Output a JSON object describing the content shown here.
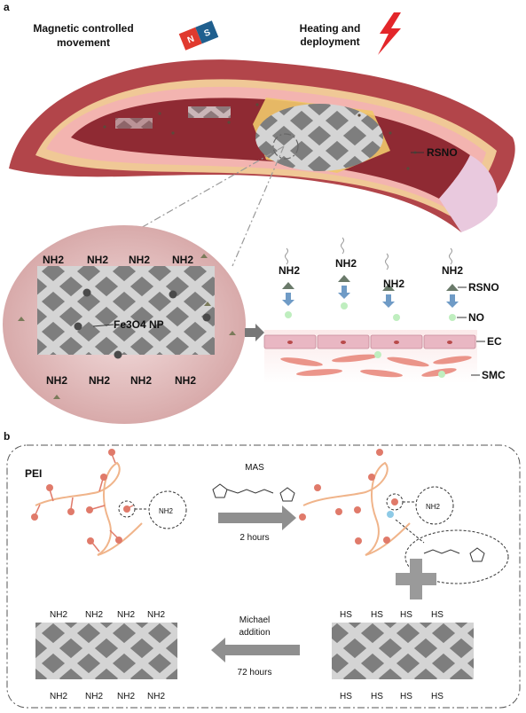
{
  "panel_a": {
    "label": "a",
    "magnetic_label_1": "Magnetic controlled",
    "magnetic_label_2": "movement",
    "heating_label_1": "Heating and",
    "heating_label_2": "deployment",
    "magnet_n": "N",
    "magnet_s": "S",
    "rsno_vessel": "RSNO",
    "stent_nh2_top": [
      "NH2",
      "NH2",
      "NH2",
      "NH2"
    ],
    "stent_nh2_bottom": [
      "NH2",
      "NH2",
      "NH2",
      "NH2"
    ],
    "fe3o4": "Fe3O4 NP",
    "right_nh2": [
      "NH2",
      "NH2",
      "NH2",
      "NH2"
    ],
    "rsno_right": "RSNO",
    "no_label": "NO",
    "ec_label": "EC",
    "smc_label": "SMC"
  },
  "panel_b": {
    "label": "b",
    "pei": "PEI",
    "mas": "MAS",
    "time_2h": "2 hours",
    "nh2_circle_left": "NH2",
    "nh2_circle_right": "NH2",
    "michael_1": "Michael",
    "michael_2": "addition",
    "time_72h": "72 hours",
    "stent_left_top": [
      "NH2",
      "NH2",
      "NH2",
      "NH2"
    ],
    "stent_left_bottom": [
      "NH2",
      "NH2",
      "NH2",
      "NH2"
    ],
    "stent_right_top": [
      "HS",
      "HS",
      "HS",
      "HS"
    ],
    "stent_right_bottom": [
      "HS",
      "HS",
      "HS",
      "HS"
    ]
  }
}
